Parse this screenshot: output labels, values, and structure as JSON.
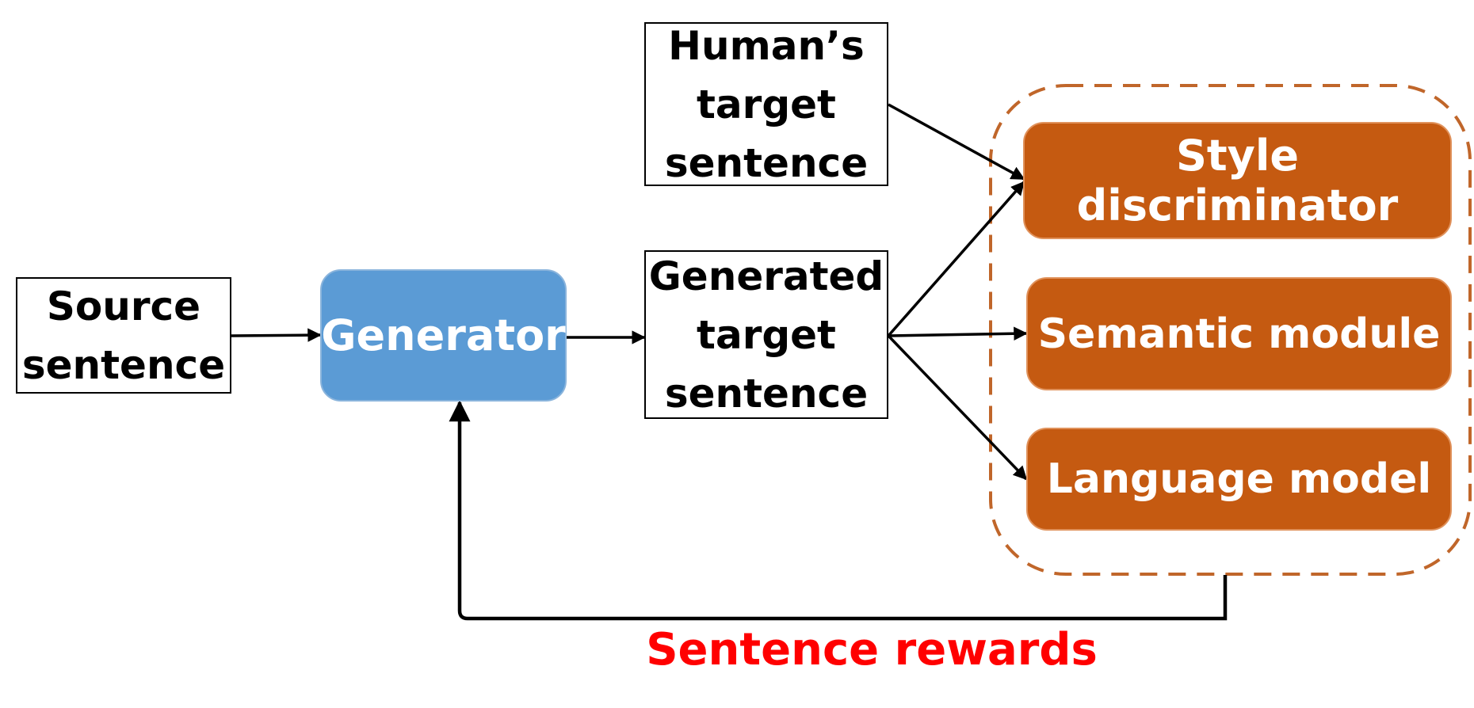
{
  "nodes": {
    "source": "Source\nsentence",
    "generator": "Generator",
    "human_target": "Human’s\ntarget\nsentence",
    "generated_target": "Generated\ntarget\nsentence",
    "style_discriminator": "Style discriminator",
    "semantic_module": "Semantic module",
    "language_model": "Language model"
  },
  "labels": {
    "feedback": "Sentence rewards"
  },
  "colors": {
    "generator_fill": "#5b9bd5",
    "module_fill": "#c55a11",
    "group_border": "#c0662a",
    "feedback_label": "#ff0000",
    "arrow": "#000000"
  }
}
